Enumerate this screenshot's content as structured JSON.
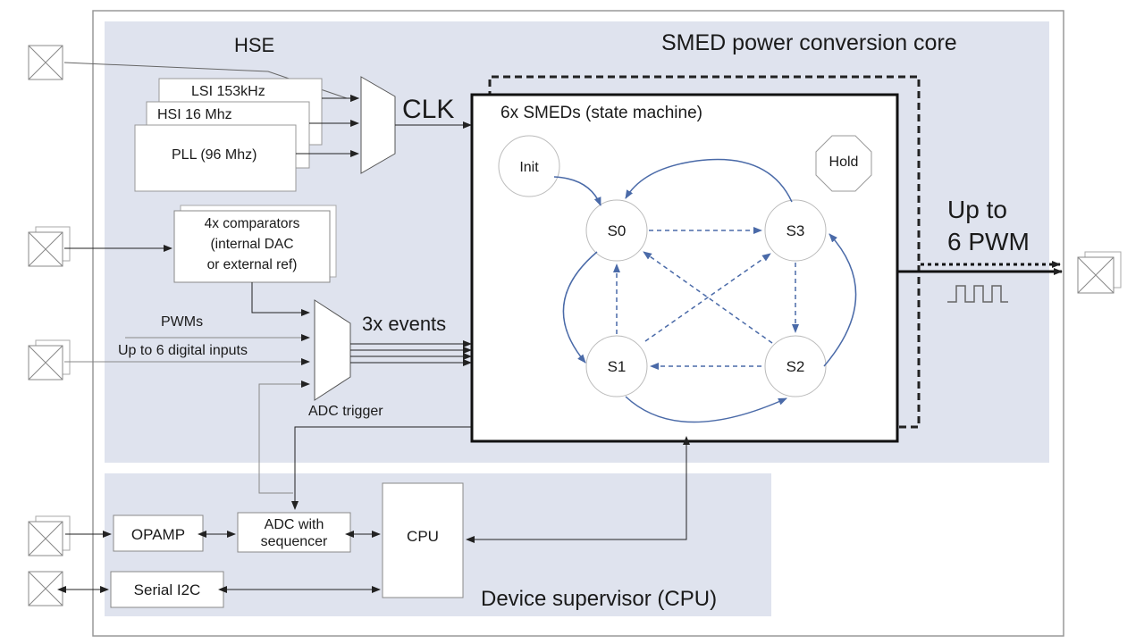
{
  "core": {
    "title": "SMED power conversion core"
  },
  "supervisor": {
    "title": "Device supervisor (CPU)"
  },
  "clock": {
    "hse_label": "HSE",
    "sources": [
      "LSI  153kHz",
      "HSI  16 Mhz",
      "PLL (96 Mhz)"
    ],
    "clk_label": "CLK"
  },
  "comparators": {
    "lines": [
      "4x comparators",
      "(internal DAC",
      "or external ref)"
    ]
  },
  "inputs": {
    "pwms_label": "PWMs",
    "digital_label": "Up to 6 digital inputs",
    "events_label": "3x events",
    "adc_trigger_label": "ADC trigger"
  },
  "smed": {
    "title": "6x SMEDs (state  machine)",
    "init_label": "Init",
    "hold_label": "Hold",
    "states": [
      "S0",
      "S1",
      "S2",
      "S3"
    ]
  },
  "output": {
    "lines": [
      "Up to",
      "6 PWM"
    ]
  },
  "blocks": {
    "opamp": "OPAMP",
    "adc": [
      "ADC with",
      "sequencer"
    ],
    "cpu": "CPU",
    "i2c": "Serial  I2C"
  },
  "colors": {
    "panel": "#dfe3ee",
    "arrow_blue": "#4a6aa8",
    "line": "#222222"
  }
}
